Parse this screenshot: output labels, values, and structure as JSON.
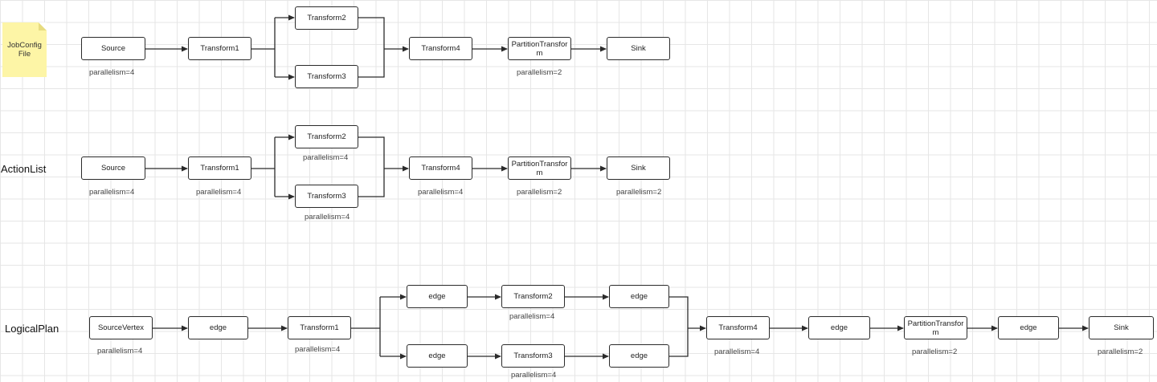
{
  "sticky_note": {
    "text": "JobConfigFile"
  },
  "row_titles": {
    "action_list": "ActionList",
    "logical_plan": "LogicalPlan"
  },
  "job_config": {
    "source": "Source",
    "transform1": "Transform1",
    "transform2": "Transform2",
    "transform3": "Transform3",
    "transform4": "Transform4",
    "partition_transform": "PartitionTransform",
    "sink": "Sink",
    "source_parallelism": "parallelism=4",
    "partition_parallelism": "parallelism=2"
  },
  "action_list": {
    "source": "Source",
    "transform1": "Transform1",
    "transform2": "Transform2",
    "transform3": "Transform3",
    "transform4": "Transform4",
    "partition_transform": "PartitionTransform",
    "sink": "Sink",
    "source_parallelism": "parallelism=4",
    "transform1_parallelism": "parallelism=4",
    "transform2_parallelism": "parallelism=4",
    "transform3_parallelism": "parallelism=4",
    "transform4_parallelism": "parallelism=4",
    "partition_parallelism": "parallelism=2",
    "sink_parallelism": "parallelism=2"
  },
  "logical_plan": {
    "source_vertex": "SourceVertex",
    "edge": "edge",
    "transform1": "Transform1",
    "transform2": "Transform2",
    "transform3": "Transform3",
    "transform4": "Transform4",
    "partition_transform": "PartitionTransform",
    "sink": "Sink",
    "source_parallelism": "parallelism=4",
    "transform1_parallelism": "parallelism=4",
    "transform2_parallelism": "parallelism=4",
    "transform3_parallelism": "parallelism=4",
    "transform4_parallelism": "parallelism=4",
    "partition_parallelism": "parallelism=2",
    "sink_parallelism": "parallelism=2"
  }
}
